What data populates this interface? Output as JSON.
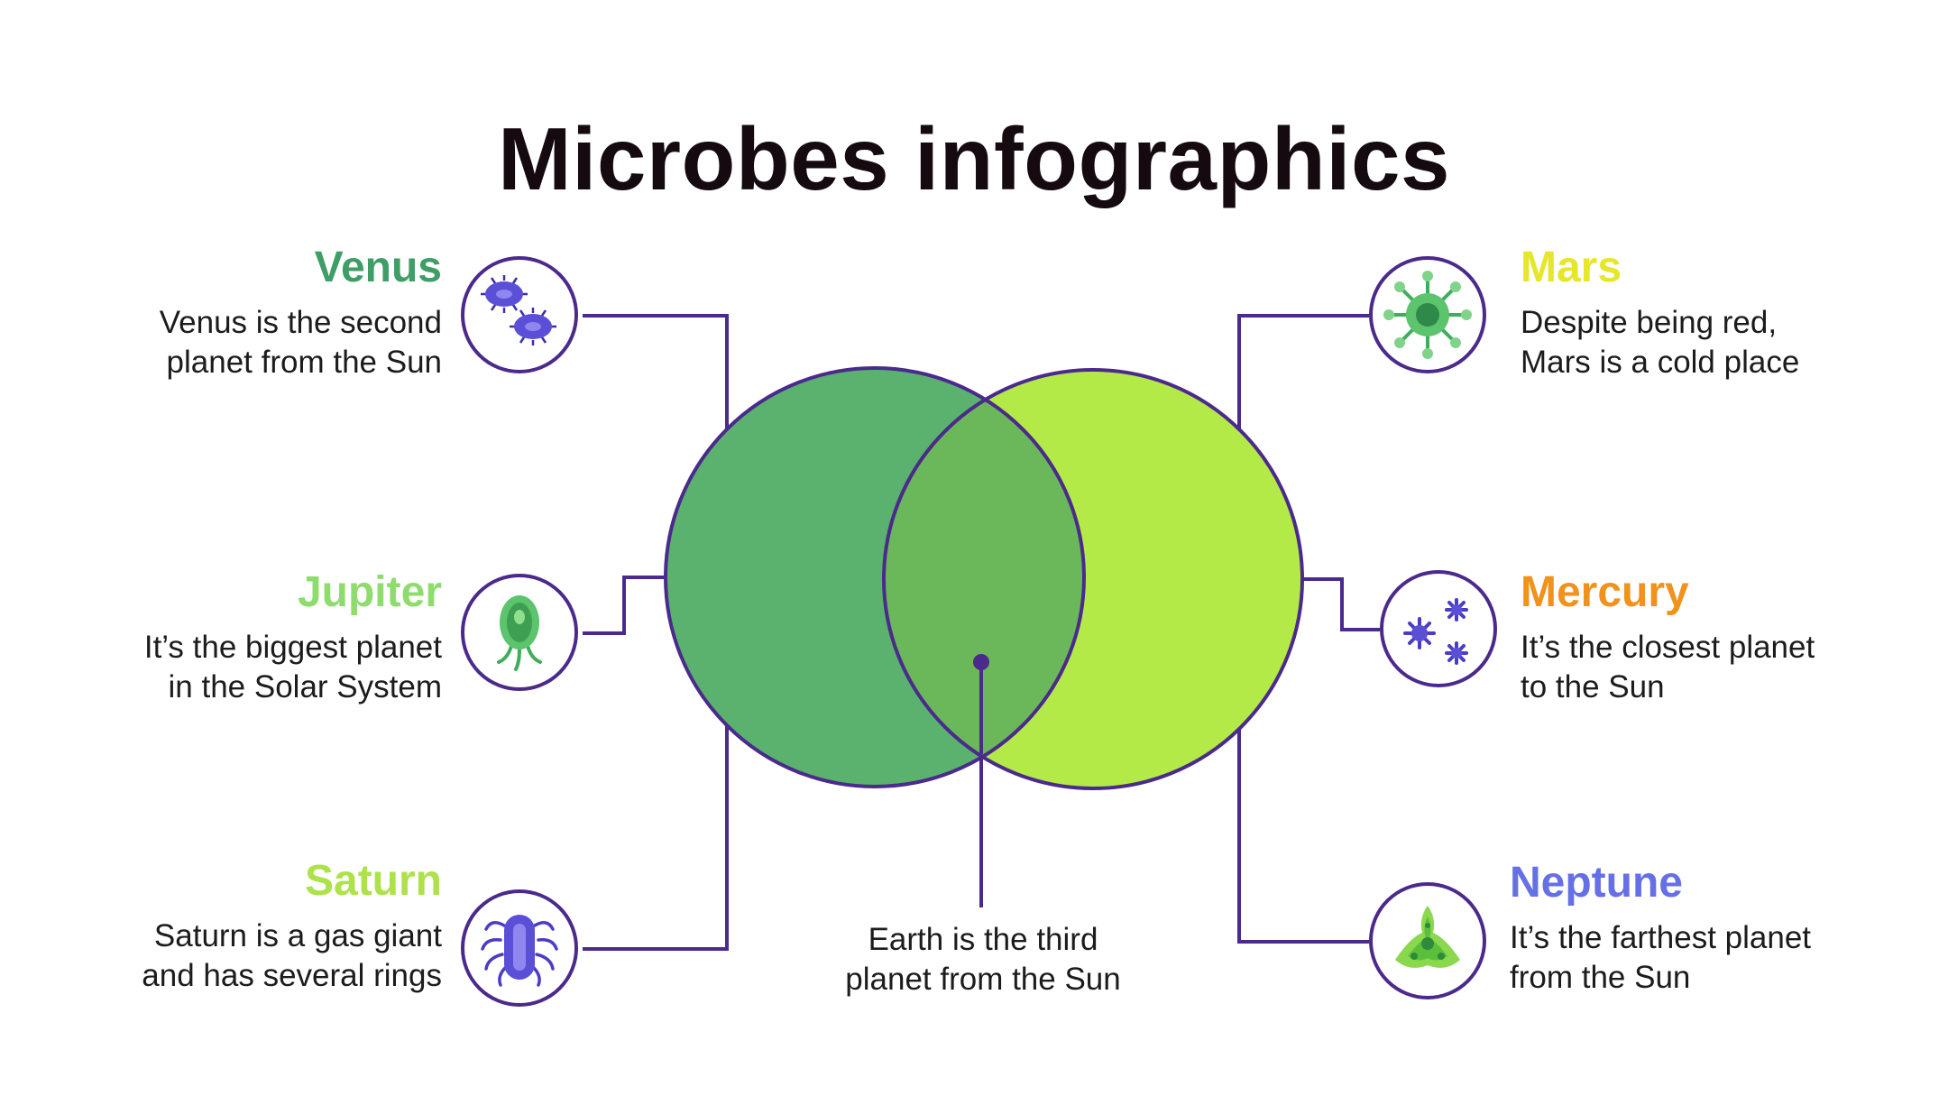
{
  "title": "Microbes infographics",
  "items": {
    "venus": {
      "heading": "Venus",
      "line1": "Venus is the second",
      "line2": "planet from the Sun",
      "color": "#3f9e66",
      "icon": "bacteria-pair-icon"
    },
    "jupiter": {
      "heading": "Jupiter",
      "line1": "It’s the biggest planet",
      "line2": "in the Solar System",
      "color": "#8fdc6e",
      "icon": "amoeba-icon"
    },
    "saturn": {
      "heading": "Saturn",
      "line1": "Saturn is a gas giant",
      "line2": "and has several rings",
      "color": "#aee24a",
      "icon": "bacterium-flagella-icon"
    },
    "mars": {
      "heading": "Mars",
      "line1": "Despite being red,",
      "line2": "Mars is a cold place",
      "color": "#e6e62a",
      "icon": "virus-icon"
    },
    "mercury": {
      "heading": "Mercury",
      "line1": "It’s the closest planet",
      "line2": "to the Sun",
      "color": "#f0921c",
      "icon": "spore-cluster-icon"
    },
    "neptune": {
      "heading": "Neptune",
      "line1": "It’s the farthest planet",
      "line2": "from the Sun",
      "color": "#6670e6",
      "icon": "green-cell-icon"
    }
  },
  "earth": {
    "line1": "Earth is the third",
    "line2": "planet from the Sun"
  },
  "colors": {
    "outline": "#4b2a8c",
    "left_circle": "#5ab26e",
    "right_circle": "#b4ea48",
    "overlap": "#6bb85a"
  }
}
